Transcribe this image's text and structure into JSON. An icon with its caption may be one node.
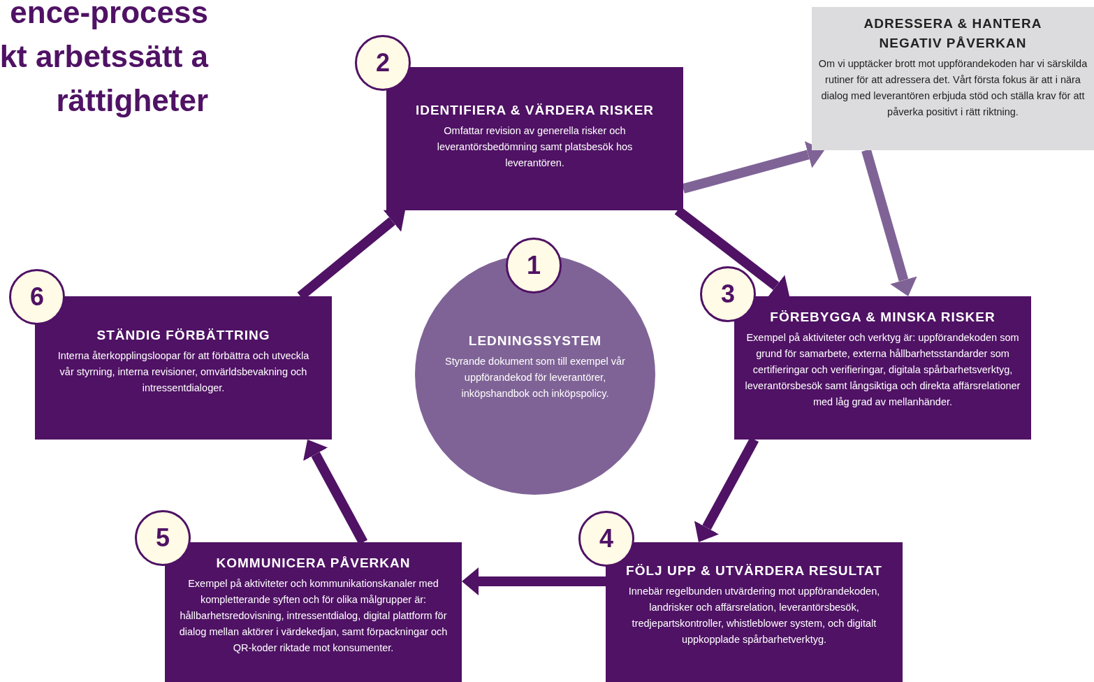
{
  "diagram": {
    "title": "ence-process kt arbetssätt a rättigheter",
    "nodes": [
      {
        "text": [
          "LEDNINGSSYSTEM",
          "Styrande dokument som till exempel vår uppförandekod för leverantörer, inköpshandbok och inköpspolicy."
        ]
      },
      {
        "text": [
          "1"
        ]
      },
      {
        "text": [
          "IDENTIFIERA & VÄRDERA RISKER",
          "Omfattar revision av generella risker och leverantörsbedömning samt platsbesök hos leverantören."
        ]
      },
      {
        "text": [
          "2"
        ]
      },
      {
        "text": [
          "FÖREBYGGA & MINSKA RISKER",
          "Exempel på aktiviteter och verktyg är: uppförandekoden som grund för samarbete, externa hållbarhetsstandarder som certifieringar och verifieringar, digitala spårbarhetsverktyg, leverantörsbesök samt långsiktiga och direkta affärsrelationer med låg grad av mellanhänder."
        ]
      },
      {
        "text": [
          "3"
        ]
      },
      {
        "text": [
          "FÖLJ UPP & UTVÄRDERA RESULTAT",
          "Innebär regelbunden utvärdering mot uppförandekoden, landrisker och affärsrelation, leverantörsbesök, tredjepartskontroller, whistleblower system, och digitalt uppkopplade spårbarhetverktyg."
        ]
      },
      {
        "text": [
          "4"
        ]
      },
      {
        "text": [
          "KOMMUNICERA PÅVERKAN",
          "Exempel på aktiviteter och kommunikationskanaler med kompletterande syften och för olika målgrupper är: hållbarhetsredovisning, intressentdialog, digital plattform för dialog mellan aktörer i värdekedjan, samt förpackningar och QR-koder riktade mot konsumenter."
        ]
      },
      {
        "text": [
          "5"
        ]
      },
      {
        "text": [
          "STÄNDIG FÖRBÄTTRING",
          "Interna återkopplingsloopar för att förbättra och utveckla vår styrning, interna revisioner, omvärldsbevakning och intressentdialoger."
        ]
      },
      {
        "text": [
          "6"
        ]
      },
      {
        "text": [
          "ADRESSERA & HANTERA NEGATIV PÅVERKAN",
          "Om vi upptäcker brott mot uppförandekoden har vi särskilda rutiner för att adressera det. Vårt första fokus är att i nära dialog med leverantören erbjuda stöd och ställa krav för att påverka positivt i rätt riktning."
        ]
      }
    ],
    "edges": [
      {
        "from": 10,
        "to": 2,
        "arrow": "to"
      },
      {
        "from": 2,
        "to": 4,
        "arrow": "to"
      },
      {
        "from": 4,
        "to": 6,
        "arrow": "to"
      },
      {
        "from": 6,
        "to": 8,
        "arrow": "to"
      },
      {
        "from": 8,
        "to": 10,
        "arrow": "to"
      },
      {
        "from": 2,
        "to": 12,
        "arrow": "to",
        "color": "#7f6396"
      },
      {
        "from": 12,
        "to": 4,
        "arrow": "to",
        "color": "#7f6396"
      }
    ]
  }
}
